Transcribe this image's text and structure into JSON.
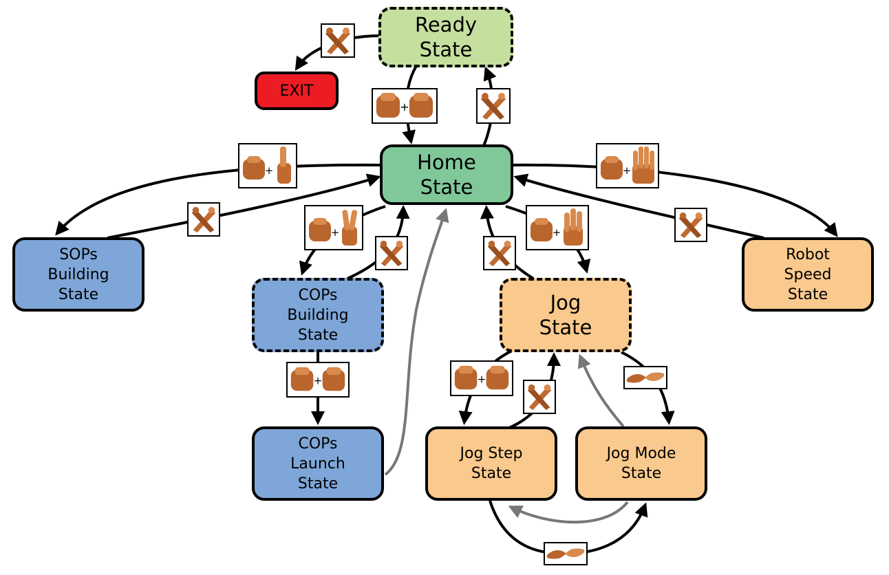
{
  "states": {
    "ready": "Ready\nState",
    "exit": "EXIT",
    "home": "Home\nState",
    "sops_building": "SOPs\nBuilding\nState",
    "cops_building": "COPs\nBuilding\nState",
    "cops_launch": "COPs\nLaunch\nState",
    "robot_speed": "Robot\nSpeed\nState",
    "jog": "Jog\nState",
    "jog_step": "Jog Step\nState",
    "jog_mode": "Jog Mode\nState"
  },
  "gesture_icons": {
    "ready_to_exit": "crossed-arms-icon",
    "ready_to_home": "fist-plus-fist-icon",
    "home_to_ready": "crossed-arms-icon",
    "home_to_sops": "fist-plus-one-finger-icon",
    "sops_to_home": "crossed-arms-icon",
    "home_to_cops": "fist-plus-two-fingers-icon",
    "cops_to_home": "crossed-arms-icon",
    "home_to_speed": "fist-plus-four-fingers-icon",
    "speed_to_home": "crossed-arms-icon",
    "home_to_jog": "fist-plus-three-fingers-icon",
    "jog_to_home": "crossed-arms-icon",
    "cops_build_to_launch": "fist-plus-fist-icon",
    "jog_to_step": "fist-plus-fist-icon",
    "step_to_jog": "crossed-arms-icon",
    "jog_to_mode": "handshake-icon",
    "step_to_mode": "handshake-icon"
  },
  "colors": {
    "ready": "#c5df9f",
    "home": "#80c89a",
    "exit": "#ec1c24",
    "blue_states": "#7ea6d8",
    "orange_states": "#f9c98d",
    "skin": "#b9652e",
    "skin_light": "#d98a4c",
    "gray_arrow": "#777777"
  }
}
